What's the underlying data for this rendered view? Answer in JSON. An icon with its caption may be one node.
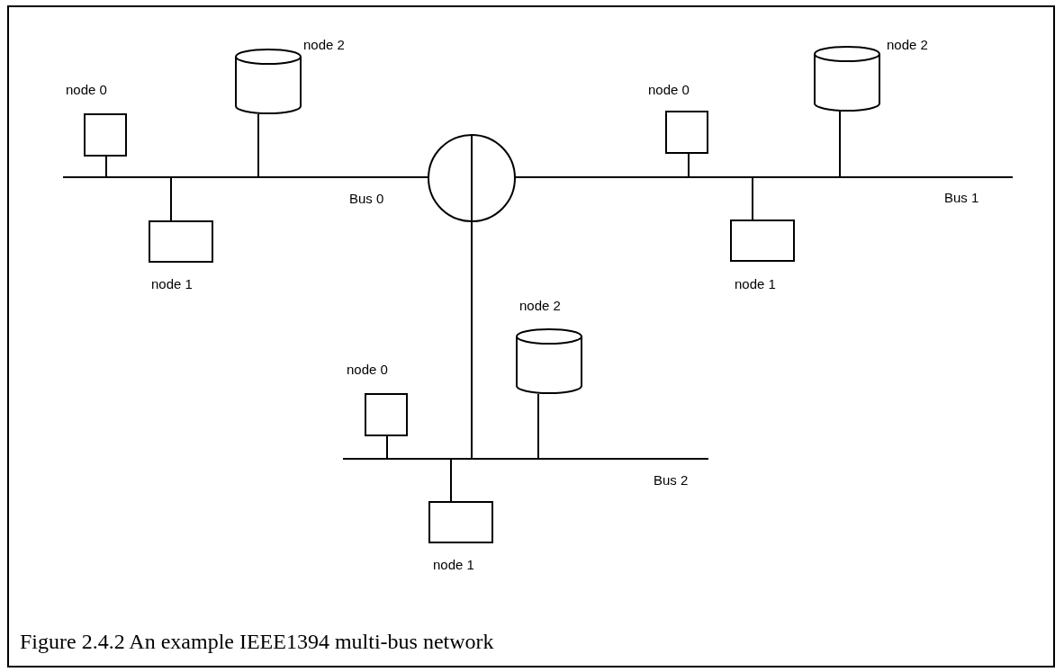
{
  "diagram": {
    "caption": "Figure 2.4.2 An example IEEE1394 multi-bus network",
    "nodes": [
      {
        "text": [],
        "shape": "bar",
        "beside": [
          "Bus 0"
        ]
      },
      {
        "text": [],
        "shape": "box",
        "beside": [
          "node 0"
        ]
      },
      {
        "text": [],
        "shape": "box",
        "beside": [
          "node 1"
        ]
      },
      {
        "text": [],
        "shape": "cylinder",
        "beside": [
          "node 2"
        ]
      },
      {
        "text": [],
        "shape": "circle"
      },
      {
        "text": [],
        "shape": "bar",
        "beside": [
          "Bus 1"
        ]
      },
      {
        "text": [],
        "shape": "box",
        "beside": [
          "node 0"
        ]
      },
      {
        "text": [],
        "shape": "box",
        "beside": [
          "node 1"
        ]
      },
      {
        "text": [],
        "shape": "cylinder",
        "beside": [
          "node 2"
        ]
      },
      {
        "text": [],
        "shape": "bar",
        "beside": [
          "Bus 2"
        ]
      },
      {
        "text": [],
        "shape": "box",
        "beside": [
          "node 0"
        ]
      },
      {
        "text": [],
        "shape": "box",
        "beside": [
          "node 1"
        ]
      },
      {
        "text": [],
        "shape": "cylinder",
        "beside": [
          "node 2"
        ]
      }
    ],
    "edges": [
      {
        "from": 1,
        "to": 0,
        "arrow": "none"
      },
      {
        "from": 2,
        "to": 0,
        "arrow": "none"
      },
      {
        "from": 3,
        "to": 0,
        "arrow": "none"
      },
      {
        "from": 6,
        "to": 5,
        "arrow": "none"
      },
      {
        "from": 7,
        "to": 5,
        "arrow": "none"
      },
      {
        "from": 8,
        "to": 5,
        "arrow": "none"
      },
      {
        "from": 10,
        "to": 9,
        "arrow": "none"
      },
      {
        "from": 11,
        "to": 9,
        "arrow": "none"
      },
      {
        "from": 12,
        "to": 9,
        "arrow": "none"
      },
      {
        "from": 4,
        "to": 9,
        "arrow": "none"
      }
    ]
  }
}
